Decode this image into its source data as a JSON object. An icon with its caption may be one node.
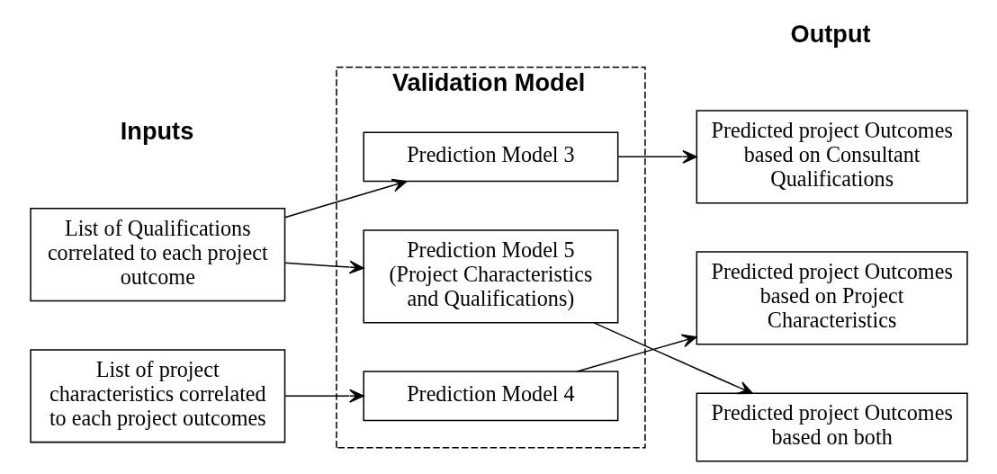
{
  "diagram": {
    "nodes": [
      {
        "text": [
          "List of Qualifications correlated to each project outcome"
        ]
      },
      {
        "text": [
          "List of project characteristics correlated to each project outcomes"
        ]
      },
      {
        "text": [
          "Validation Model"
        ]
      },
      {
        "text": [
          "Prediction Model 3"
        ],
        "in": 2
      },
      {
        "text": [
          "Prediction Model 4"
        ],
        "in": 2
      },
      {
        "text": [
          "Prediction Model 5 (Project Characteristics and Qualifications)"
        ],
        "in": 2
      },
      {
        "text": [
          "Predicted project Outcomes based on Consultant Qualifications"
        ]
      },
      {
        "text": [
          "Predicted project Outcomes based on Project Characteristics"
        ]
      },
      {
        "text": [
          "Predicted project Outcomes based on both"
        ]
      }
    ],
    "edges": [
      {
        "from": 0,
        "to": 3,
        "arrow": "to"
      },
      {
        "from": 0,
        "to": 5,
        "arrow": "to"
      },
      {
        "from": 1,
        "to": 4,
        "arrow": "to"
      },
      {
        "from": 3,
        "to": 6,
        "arrow": "to"
      },
      {
        "from": 4,
        "to": 7,
        "arrow": "to"
      },
      {
        "from": 5,
        "to": 8,
        "arrow": "to"
      }
    ],
    "labels": [
      "Inputs",
      "Output"
    ]
  }
}
